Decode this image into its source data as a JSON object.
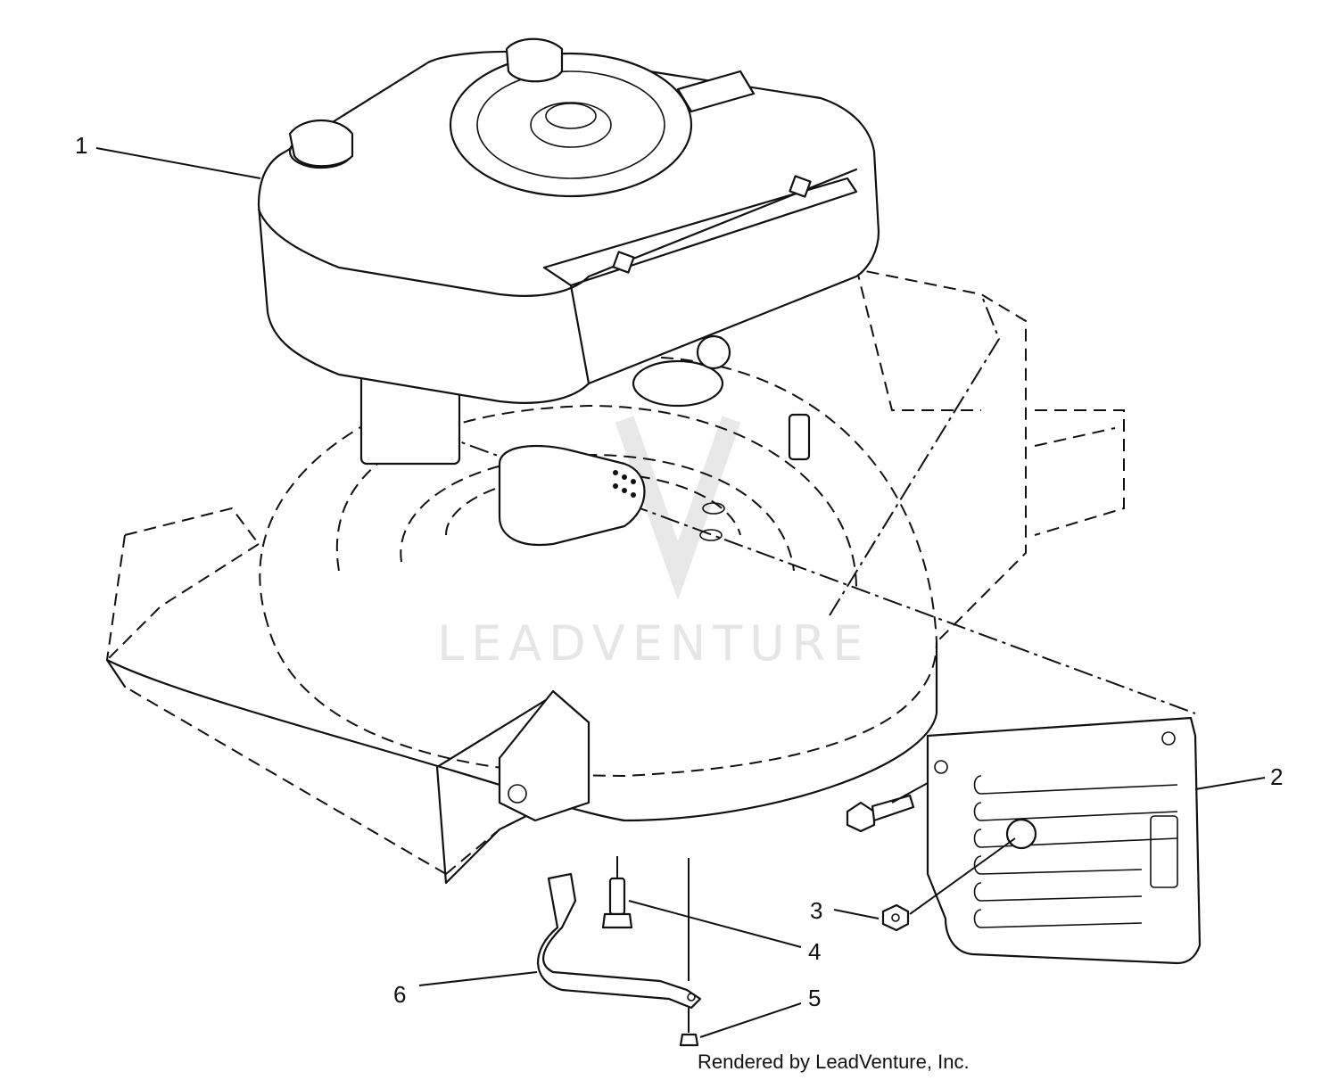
{
  "callouts": [
    {
      "id": "1",
      "label": "1"
    },
    {
      "id": "2",
      "label": "2"
    },
    {
      "id": "3",
      "label": "3"
    },
    {
      "id": "4",
      "label": "4"
    },
    {
      "id": "5",
      "label": "5"
    },
    {
      "id": "6",
      "label": "6"
    }
  ],
  "watermark": "LEADVENTURE",
  "credit": "Rendered by LeadVenture, Inc."
}
